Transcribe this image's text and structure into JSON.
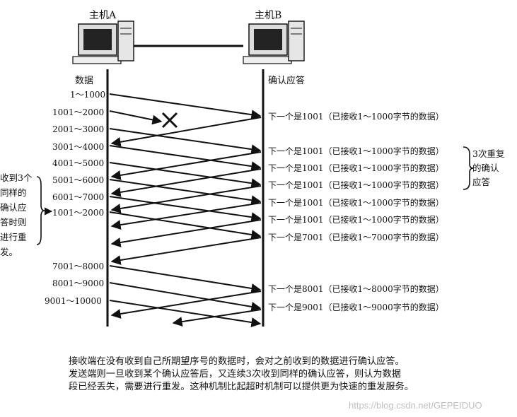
{
  "hosts": {
    "a": "主机A",
    "b": "主机B"
  },
  "headers": {
    "left": "数据",
    "right": "确认应答"
  },
  "segments": [
    "1～1000",
    "1001～2000",
    "2001～3000",
    "3001～4000",
    "4001～5000",
    "5001～6000",
    "6001～7000",
    "1001～2000",
    "7001～8000",
    "8001～9000",
    "9001～10000"
  ],
  "acks": [
    "下一个是1001（已接收1～1000字节的数据）",
    "下一个是1001（已接收1～1000字节的数据）",
    "下一个是1001（已接收1～1000字节的数据）",
    "下一个是1001（已接收1～1000字节的数据）",
    "下一个是1001（已接收1～1000字节的数据）",
    "下一个是1001（已接收1～1000字节的数据）",
    "下一个是7001（已接收1～7000字节的数据）",
    "下一个是8001（已接收1～8000字节的数据）",
    "下一个是9001（已接收1～9000字节的数据）"
  ],
  "left_note": [
    "收到3个",
    "同样的",
    "确认应",
    "答时则",
    "进行重",
    "发。"
  ],
  "right_note": [
    "3次重复",
    "的确认",
    "应答"
  ],
  "caption": [
    "接收端在没有收到自己所期望序号的数据时，会对之前收到的数据进行确认应答。",
    "发送端则一旦收到某个确认应答后，又连续3次收到同样的确认应答，则认为数据",
    "段已经丢失，需要进行重发。这种机制比起超时机制可以提供更为快速的重发服务。"
  ],
  "watermark": "https://blog.csdn.net/GEPEIDUO"
}
